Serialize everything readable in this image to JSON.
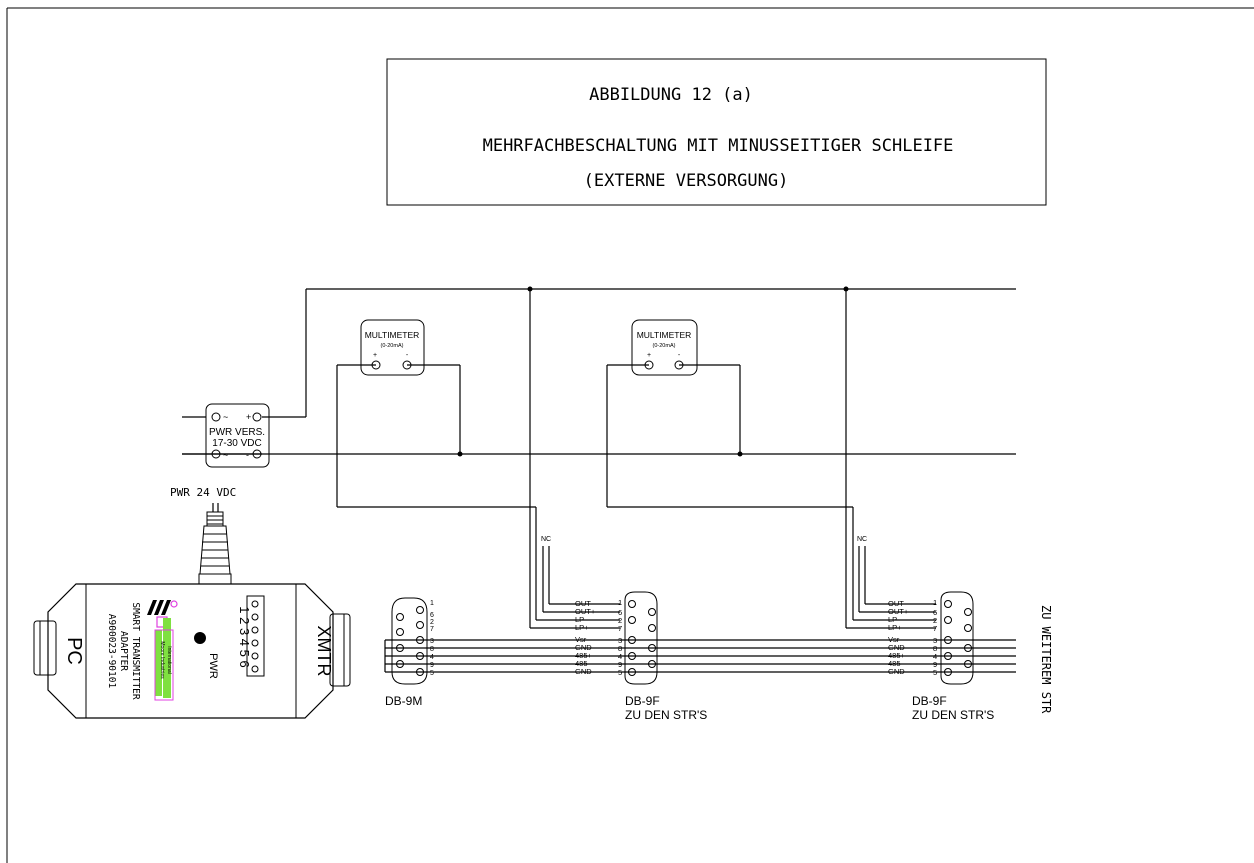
{
  "title_box": {
    "line1": "ABBILDUNG 12 (a)",
    "line2": "MEHRFACHBESCHALTUNG MIT MINUSSEITIGER SCHLEIFE",
    "line3": "(EXTERNE VERSORGUNG)"
  },
  "power_supply": {
    "line1": "PWR VERS.",
    "line2": "17-30 VDC",
    "pin_ac1": "~",
    "pin_ac2": "~",
    "pin_plus": "+",
    "pin_minus": "-"
  },
  "pwr_label": "PWR 24 VDC",
  "multimeters": [
    {
      "label": "MULTIMETER",
      "range": "(0-20mA)",
      "plus": "+",
      "minus": "-"
    },
    {
      "label": "MULTIMETER",
      "range": "(0-20mA)",
      "plus": "+",
      "minus": "-"
    }
  ],
  "nc_labels": [
    "NC",
    "NC"
  ],
  "adapter": {
    "pc": "PC",
    "xmtr": "XMTR",
    "line1": "SMART TRANSMITTER",
    "line2": "ADAPTER",
    "line3": "A900023-90101",
    "pwr": "PWR",
    "terminals": "1 2 3 4 5 6",
    "brand1": "Moore Industries",
    "brand2": "International"
  },
  "db9m": {
    "label": "DB-9M",
    "pins": [
      "1",
      "6",
      "2",
      "7",
      "3",
      "8",
      "4",
      "9",
      "5"
    ]
  },
  "db9f_connectors": [
    {
      "label1": "DB-9F",
      "label2": "ZU DEN STR'S",
      "signals": [
        "OUT-",
        "OUT+",
        "LP-",
        "LP+",
        "Vsr",
        "GND",
        "485+",
        "485-",
        "GND"
      ],
      "pins": [
        "1",
        "6",
        "2",
        "7",
        "3",
        "8",
        "4",
        "9",
        "5"
      ]
    },
    {
      "label1": "DB-9F",
      "label2": "ZU DEN STR'S",
      "signals": [
        "OUT-",
        "OUT+",
        "LP-",
        "LP+",
        "Vsr",
        "GND",
        "485+",
        "485-",
        "GND"
      ],
      "pins": [
        "1",
        "6",
        "2",
        "7",
        "3",
        "8",
        "4",
        "9",
        "5"
      ]
    }
  ],
  "side_label": "ZU WEITEREM STR"
}
